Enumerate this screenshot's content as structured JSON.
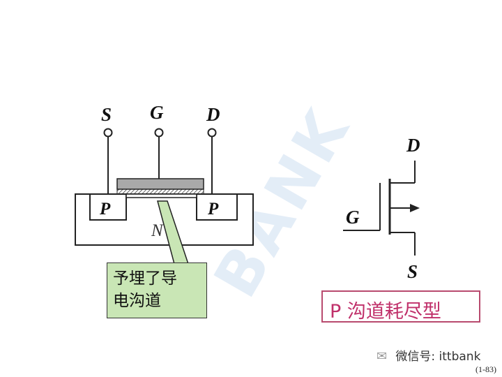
{
  "watermark": "BANK",
  "mosfet": {
    "source": "S",
    "gate": "G",
    "drain": "D",
    "p_region_left": "P",
    "p_region_right": "P",
    "substrate": "N",
    "annotation": [
      "予埋了导",
      "电沟道"
    ]
  },
  "symbol": {
    "drain": "D",
    "gate": "G",
    "source": "S",
    "type_label": "P 沟道耗尽型"
  },
  "footer": {
    "wechat": "微信号: ittbank",
    "page": "(1-83)"
  },
  "colors": {
    "note_fill": "#c9e6b5",
    "label_border": "#b84a6e",
    "label_text": "#c0306a",
    "watermark": "#dfeaf6"
  }
}
